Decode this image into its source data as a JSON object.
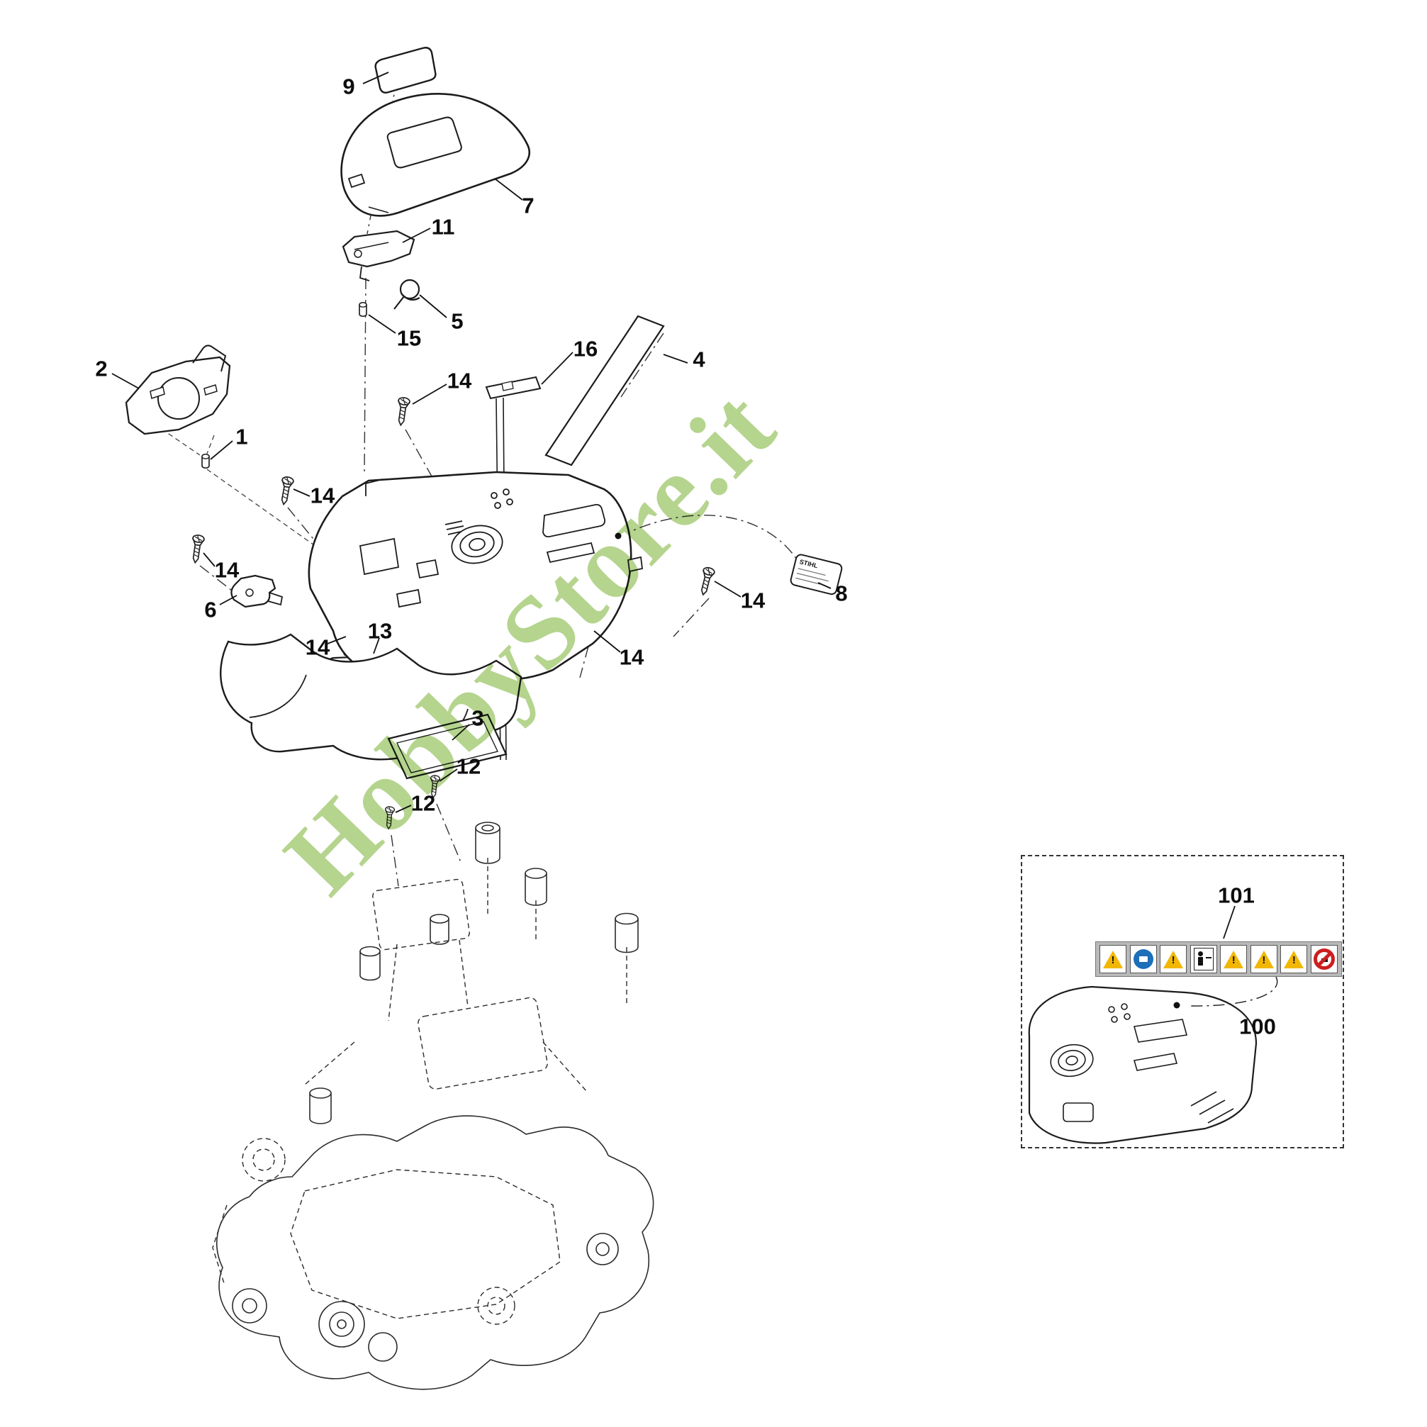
{
  "watermark": {
    "text": "HobbyStore.it",
    "color": "#b5d48e"
  },
  "callouts": [
    {
      "text": "9"
    },
    {
      "text": "7"
    },
    {
      "text": "11"
    },
    {
      "text": "5"
    },
    {
      "text": "15"
    },
    {
      "text": "2"
    },
    {
      "text": "16"
    },
    {
      "text": "4"
    },
    {
      "text": "14"
    },
    {
      "text": "1"
    },
    {
      "text": "14"
    },
    {
      "text": "14"
    },
    {
      "text": "6"
    },
    {
      "text": "13"
    },
    {
      "text": "14"
    },
    {
      "text": "8"
    },
    {
      "text": "14"
    },
    {
      "text": "14"
    },
    {
      "text": "3"
    },
    {
      "text": "12"
    },
    {
      "text": "12"
    },
    {
      "text": "101"
    },
    {
      "text": "100"
    }
  ],
  "sticker": {
    "brand": "STIHL"
  },
  "inset": {
    "warning_strip": {
      "icons": [
        {
          "name": "general-warning",
          "kind": "triangle",
          "glyph": "!"
        },
        {
          "name": "read-manual",
          "kind": "circle-blue",
          "glyph": ""
        },
        {
          "name": "sharp-blades",
          "kind": "triangle",
          "glyph": "!"
        },
        {
          "name": "keep-distance",
          "kind": "square-person",
          "glyph": ""
        },
        {
          "name": "slope-warning",
          "kind": "triangle",
          "glyph": "!"
        },
        {
          "name": "thrown-objects",
          "kind": "triangle",
          "glyph": "!"
        },
        {
          "name": "hands-feet-warning",
          "kind": "triangle",
          "glyph": "!"
        },
        {
          "name": "no-riding",
          "kind": "prohibition",
          "glyph": ""
        }
      ]
    }
  }
}
